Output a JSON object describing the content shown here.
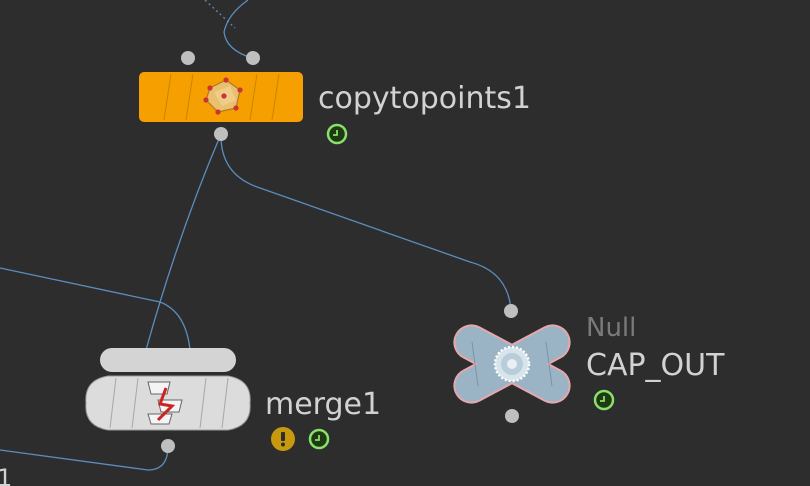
{
  "network": {
    "nodes": [
      {
        "id": "copytopoints1",
        "name": "copytopoints1",
        "color": "#f5a000",
        "icon": "copy-to-points-icon",
        "badges": [
          "clock-badge"
        ]
      },
      {
        "id": "merge1",
        "name": "merge1",
        "color": "#d8d8d8",
        "icon": "merge-teacups-icon",
        "badges": [
          "warning-badge",
          "clock-badge"
        ]
      },
      {
        "id": "cap_out",
        "type_label": "Null",
        "name": "CAP_OUT",
        "color": "#9ab4c6",
        "outline_color": "#e8a7ab",
        "icon": "null-icon",
        "badges": [
          "clock-badge"
        ]
      }
    ],
    "offscreen_node_label_fragment": "1",
    "colors": {
      "background": "#2d2d2d",
      "wire": "#5b8dbf",
      "port": "#bfbfbf",
      "clock_badge": "#8ae06a",
      "warning_badge": "#c79a0e"
    }
  }
}
